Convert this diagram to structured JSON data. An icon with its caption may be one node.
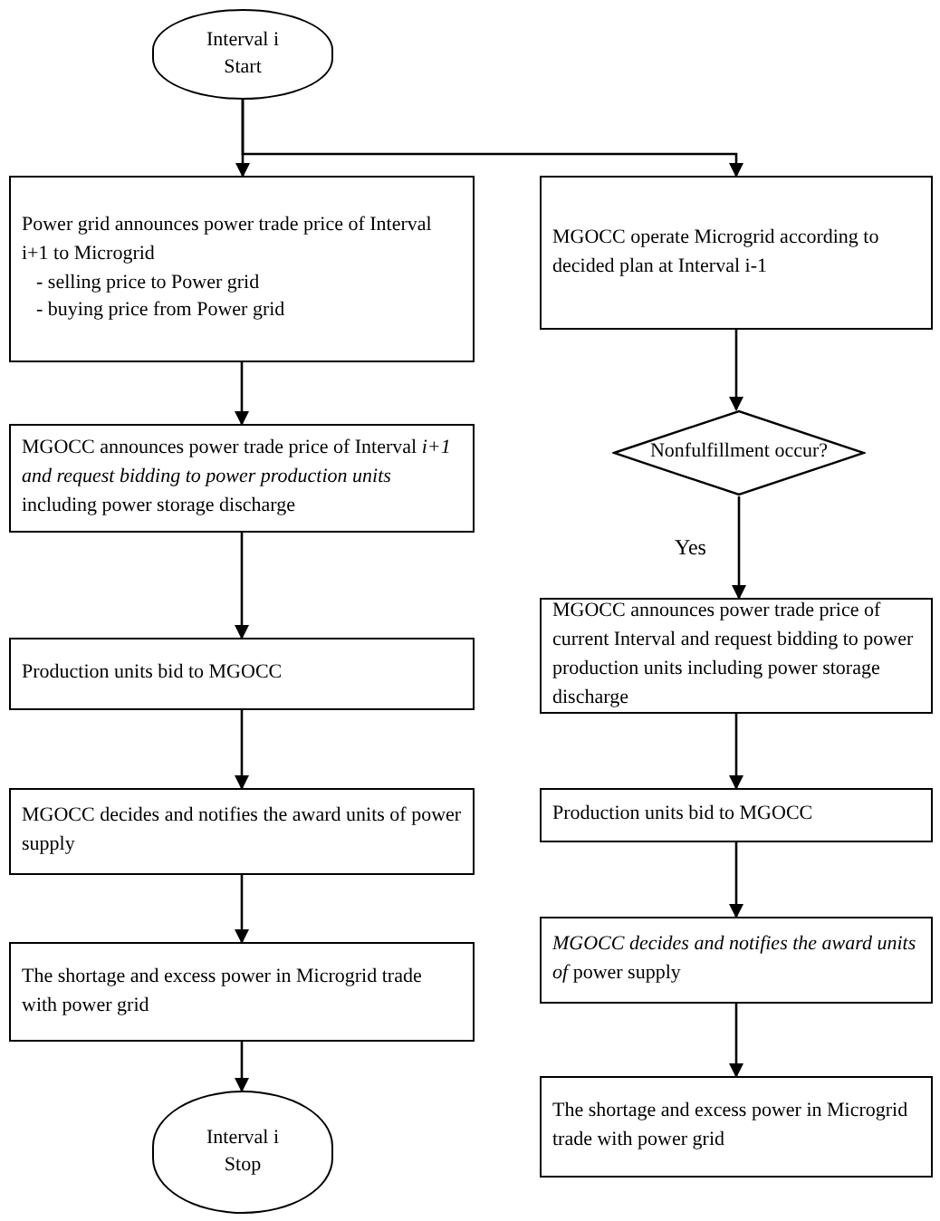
{
  "diagram": {
    "nodes": [
      {
        "text": [
          "Interval i",
          "Start"
        ]
      },
      {
        "text": [
          "Power grid announces power trade price of Interval i+1 to Microgrid",
          "- selling price to Power grid",
          "- buying price from Power grid"
        ]
      },
      {
        "text": [
          "MGOCC  announces power trade price of Interval *i+1 and request bidding to power production units* including power storage discharge"
        ]
      },
      {
        "text": [
          "Production units bid to MGOCC"
        ]
      },
      {
        "text": [
          "MGOCC decides and notifies the award units of power supply"
        ]
      },
      {
        "text": [
          "The shortage and excess power in Microgrid trade with power grid"
        ]
      },
      {
        "text": [
          "Interval i",
          "Stop"
        ]
      },
      {
        "text": [
          "MGOCC operate Microgrid according to decided plan at Interval i-1"
        ]
      },
      {
        "text": [
          "Nonfulfillment occur?"
        ]
      },
      {
        "text": [
          "MGOCC  announces power trade price of current Interval and request bidding to power production units including power storage discharge"
        ]
      },
      {
        "text": [
          "Production units bid to MGOCC"
        ]
      },
      {
        "text": [
          "*MGOCC decides and notifies the award units of* power supply"
        ]
      },
      {
        "text": [
          "The shortage and excess power in Microgrid trade with power grid"
        ]
      }
    ],
    "edges": [
      {
        "from": 0,
        "to": 1,
        "arrow": "to"
      },
      {
        "from": 0,
        "to": 7,
        "arrow": "to"
      },
      {
        "from": 1,
        "to": 2,
        "arrow": "to"
      },
      {
        "from": 2,
        "to": 3,
        "arrow": "to"
      },
      {
        "from": 3,
        "to": 4,
        "arrow": "to"
      },
      {
        "from": 4,
        "to": 5,
        "arrow": "to"
      },
      {
        "from": 5,
        "to": 6,
        "arrow": "to"
      },
      {
        "from": 7,
        "to": 8,
        "arrow": "to"
      },
      {
        "from": 8,
        "to": 9,
        "label": "Yes",
        "arrow": "to"
      },
      {
        "from": 9,
        "to": 10,
        "arrow": "to"
      },
      {
        "from": 10,
        "to": 11,
        "arrow": "to"
      },
      {
        "from": 11,
        "to": 12,
        "arrow": "to"
      }
    ]
  }
}
